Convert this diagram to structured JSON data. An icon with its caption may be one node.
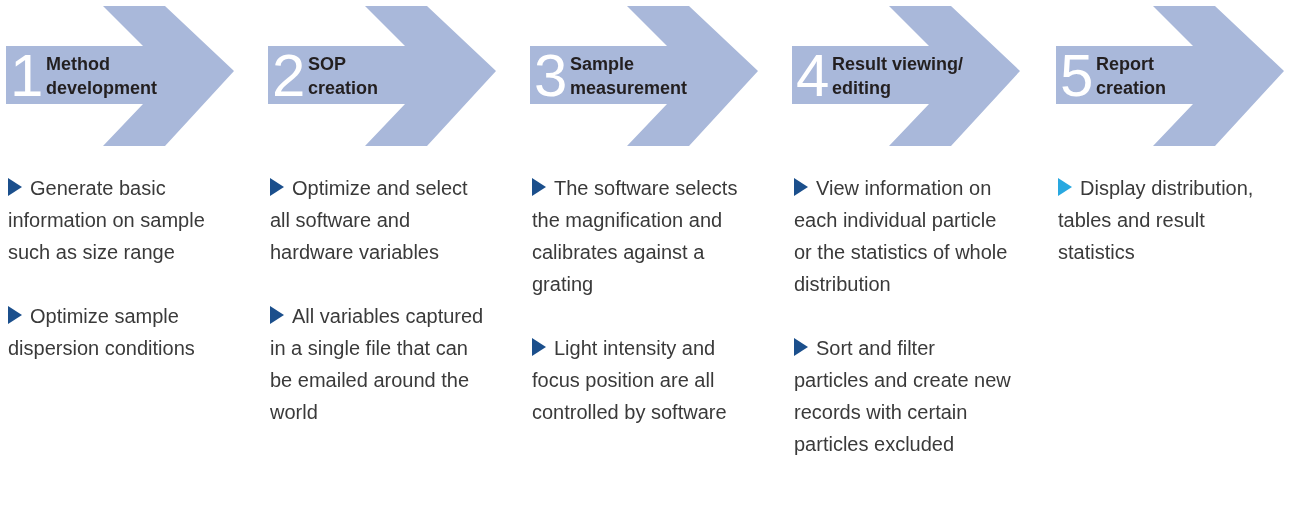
{
  "diagram": {
    "nodes": [
      {
        "text": [
          "1",
          "Method development"
        ],
        "beside": [
          "Generate basic information on sample such as size range",
          "Optimize sample dispersion conditions"
        ]
      },
      {
        "text": [
          "2",
          "SOP creation"
        ],
        "beside": [
          "Optimize and select all software and hardware variables",
          "All variables captured in a single file that can be emailed around the world"
        ]
      },
      {
        "text": [
          "3",
          "Sample measurement"
        ],
        "beside": [
          "The software selects the magnification and calibrates against a grating",
          "Light intensity and focus position are all controlled by software"
        ]
      },
      {
        "text": [
          "4",
          "Result viewing/ editing"
        ],
        "beside": [
          "View information on each individual particle or the statistics of whole distribution",
          "Sort and filter particles and create new records with certain particles excluded"
        ]
      },
      {
        "text": [
          "5",
          "Report creation"
        ],
        "beside": [
          "Display distribution, tables and result statistics"
        ]
      }
    ]
  }
}
